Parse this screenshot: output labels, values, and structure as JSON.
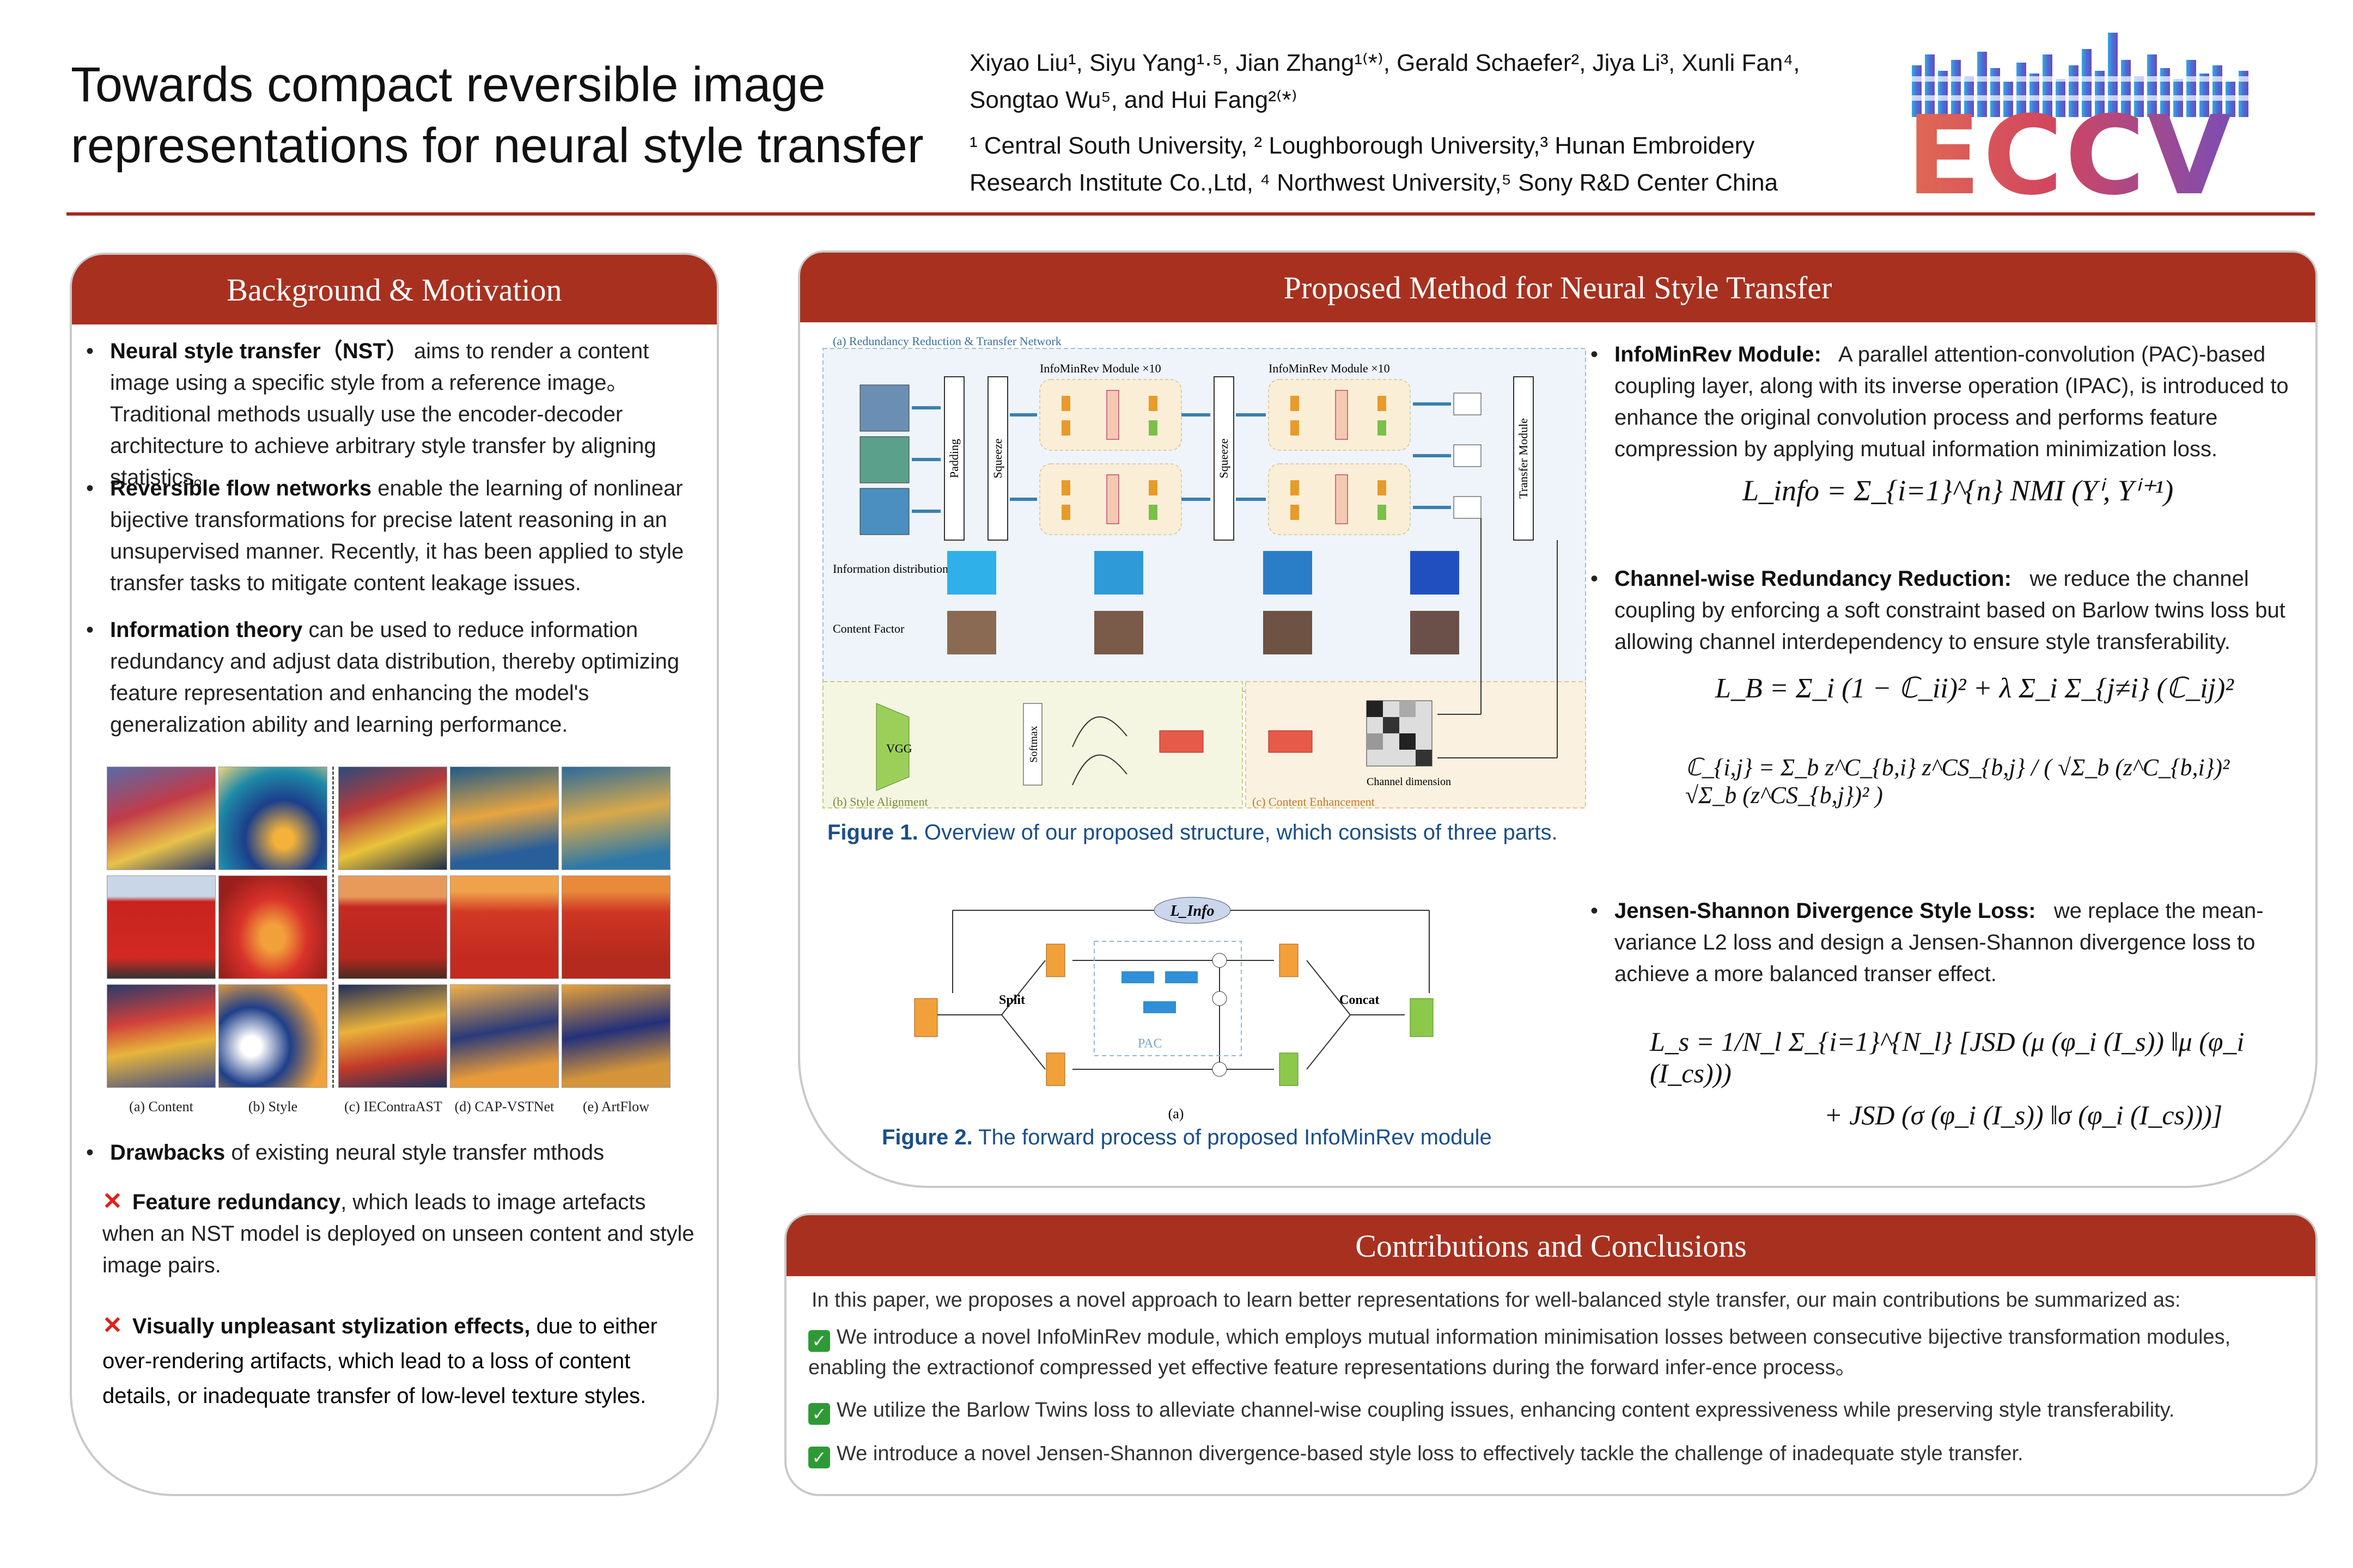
{
  "header": {
    "title_line1": "Towards compact reversible image",
    "title_line2": "representations for neural style transfer",
    "authors_line1": "Xiyao Liu¹, Siyu Yang¹·⁵, Jian Zhang¹⁽*⁾, Gerald Schaefer², Jiya Li³, Xunli Fan⁴,",
    "authors_line2": "Songtao Wu⁵, and Hui Fang²⁽*⁾",
    "affil_line1": "¹ Central South University, ² Loughborough University,³ Hunan Embroidery",
    "affil_line2": "Research Institute Co.,Ltd, ⁴ Northwest University,⁵ Sony R&D Center China",
    "logo_text": "ECCV",
    "logo_colors": [
      "#2d6fd0",
      "#7a4bb5",
      "#e0513e"
    ]
  },
  "background": {
    "title": "Background & Motivation",
    "b1_head": "Neural style transfer（NST）",
    "b1_text": "aims to render a content image using a specific style from a reference image。Traditional methods usually use the encoder-decoder architecture to achieve arbitrary style transfer by aligning statistics。",
    "b2_head": "Reversible flow networks",
    "b2_text": "enable the learning of nonlinear bijective transformations for precise latent reasoning in an unsupervised manner. Recently, it has been applied to style transfer tasks to mitigate content leakage issues.",
    "b3_head": "Information theory",
    "b3_text": "can be used to reduce information redundancy and adjust data distribution, thereby optimizing feature representation and enhancing the model's generalization ability and learning performance.",
    "grid_captions": [
      "(a) Content",
      "(b) Style",
      "(c) IEContraAST",
      "(d) CAP-VSTNet",
      "(e) ArtFlow"
    ],
    "drawbacks_head": "Drawbacks",
    "drawbacks_text": "of existing neural style transfer mthods",
    "d1_head": "Feature redundancy",
    "d1_text": ", which leads to image artefacts when  an NST model is deployed on unseen content and style image pairs.",
    "d2_head": "Visually unpleasant stylization effects,",
    "d2_text": "due to either over-rendering artifacts, which lead to a loss of content details, or inadequate transfer of low-level texture styles."
  },
  "method": {
    "title": "Proposed Method for Neural Style Transfer",
    "fig1_label_a": "(a) Redundancy Reduction & Transfer Network",
    "fig1_label_b": "(b) Style Alignment",
    "fig1_label_c": "(c) Content Enhancement",
    "fig1_module1": "InfoMinRev Module ×10",
    "fig1_module2": "InfoMinRev Module ×10",
    "fig1_padding": "Padding",
    "fig1_squeeze": "Squeeze",
    "fig1_transfer": "Transfer Module",
    "fig1_info": "Information distribution",
    "fig1_content": "Content Factor",
    "fig1_vgg": "VGG",
    "fig1_softmax": "Softmax",
    "fig1_channel": "Channel dimension",
    "fig1_caption_b": "Figure 1.",
    "fig1_caption": "Overview of our proposed structure, which consists of three parts.",
    "fig2_split": "Split",
    "fig2_concat": "Concat",
    "fig2_pac": "PAC",
    "fig2_linfo": "L_Info",
    "fig2_sub": "(a)",
    "fig2_caption_b": "Figure 2.",
    "fig2_caption": "The forward process of proposed InfoMinRev module",
    "m1_head": "InfoMinRev Module:",
    "m1_text": "A parallel attention-convolution (PAC)-based coupling layer, along with its inverse operation (IPAC), is introduced to enhance the original convolution process and performs feature compression by applying mutual information minimization loss.",
    "eq1": "L_info = Σ_{i=1}^{n} NMI (Yⁱ, Yⁱ⁺¹)",
    "m2_head": "Channel-wise Redundancy Reduction:",
    "m2_text": "we reduce the channel coupling by enforcing a soft constraint based on Barlow twins loss but allowing channel interdependency to ensure style transferability.",
    "eq2": "L_B = Σ_i (1 − ℂ_ii)² + λ Σ_i Σ_{j≠i} (ℂ_ij)²",
    "eq3": "ℂ_{i,j} = Σ_b z^C_{b,i} z^CS_{b,j} / ( √Σ_b (z^C_{b,i})² √Σ_b (z^CS_{b,j})² )",
    "m3_head": "Jensen-Shannon Divergence Style Loss:",
    "m3_text": "we replace the mean-variance L2 loss and design a Jensen-Shannon divergence loss to achieve a more balanced transer effect.",
    "eq4a": "L_s = 1/N_l Σ_{i=1}^{N_l} [JSD (μ (φ_i (I_s)) ‖μ (φ_i (I_cs)))",
    "eq4b": "+ JSD (σ (φ_i (I_s)) ‖σ (φ_i (I_cs)))]"
  },
  "conclusions": {
    "title": "Contributions and Conclusions",
    "intro": "In this paper, we proposes a novel approach to learn better representations for well-balanced style transfer, our main contributions be summarized as:",
    "c1": "We introduce a novel InfoMinRev module,  which employs mutual information minimisation losses between consecutive bijective transformation modules, enabling the extractionof compressed yet effective feature representations during the forward infer-ence process。",
    "c2": "We utilize the Barlow Twins loss to alleviate channel-wise coupling issues, enhancing content expressiveness while preserving style transferability.",
    "c3": "We introduce a novel Jensen-Shannon divergence-based style loss to effectively tackle the challenge of inadequate style transfer."
  }
}
